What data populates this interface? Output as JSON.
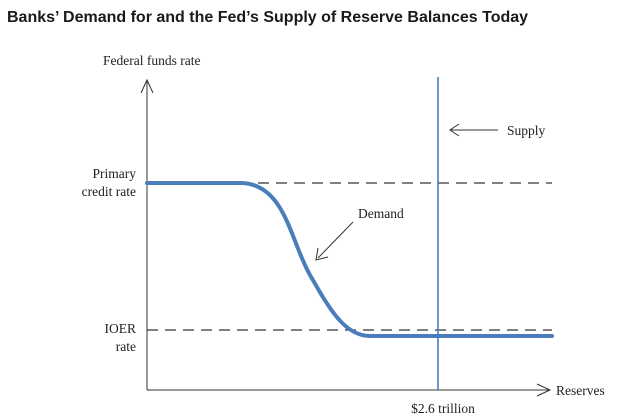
{
  "chart_data": {
    "type": "line",
    "title": "Banks’ Demand for and the Fed’s Supply of Reserve Balances Today",
    "ylabel": "Federal funds rate",
    "xlabel": "Reserves",
    "y_levels": {
      "primary_credit_rate": {
        "label_line1": "Primary",
        "label_line2": "credit rate",
        "value": 1
      },
      "ioer_rate": {
        "label_line1": "IOER",
        "label_line2": "rate",
        "value": 0
      }
    },
    "supply": {
      "label": "Supply",
      "x": 2.6,
      "x_tick_label": "$2.6 trillion"
    },
    "demand": {
      "label": "Demand"
    },
    "colors": {
      "curve": "#4a7ebb",
      "supply": "#4a7ebb",
      "axis": "#333333",
      "dashed": "#333333"
    }
  }
}
